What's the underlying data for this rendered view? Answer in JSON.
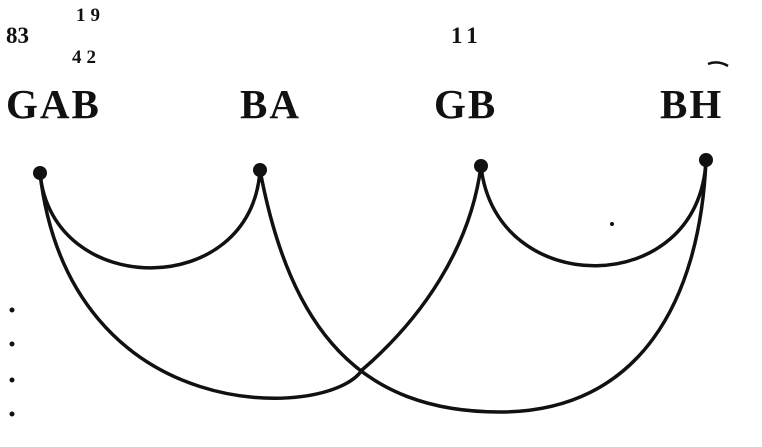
{
  "numbers": {
    "left_number": "83",
    "upper_fraction": "19",
    "lower_fraction": "42",
    "middle_number": "11"
  },
  "node_labels": [
    "GAB",
    "BA",
    "GB",
    "BH"
  ],
  "palette": {
    "ink": "#111111",
    "paper": "#ffffff"
  }
}
